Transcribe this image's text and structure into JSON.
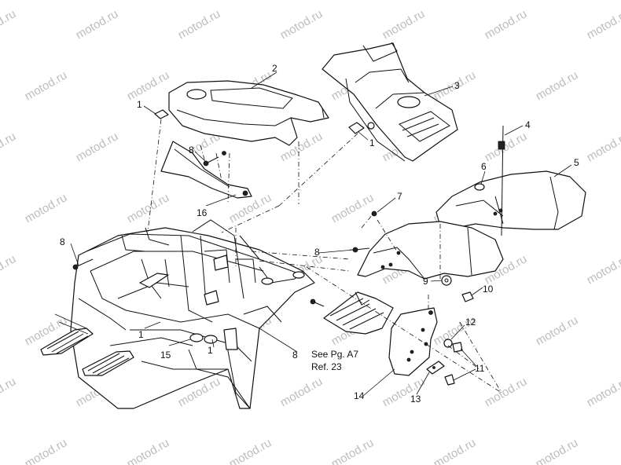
{
  "watermark": {
    "text": "motod.ru",
    "color": "#bdbdbd"
  },
  "callouts": {
    "c1a": "1",
    "c1b": "1",
    "c1c": "1",
    "c1d": "1",
    "c2": "2",
    "c3": "3",
    "c4": "4",
    "c5": "5",
    "c6": "6",
    "c7": "7",
    "c8a": "8",
    "c8b": "8",
    "c8c": "8",
    "c8d": "8",
    "c9": "9",
    "c10": "10",
    "c11": "11",
    "c12": "12",
    "c13": "13",
    "c14": "14",
    "c15": "15",
    "c16": "16"
  },
  "note": {
    "line1": "See Pg. A7",
    "line2": "Ref. 23"
  }
}
